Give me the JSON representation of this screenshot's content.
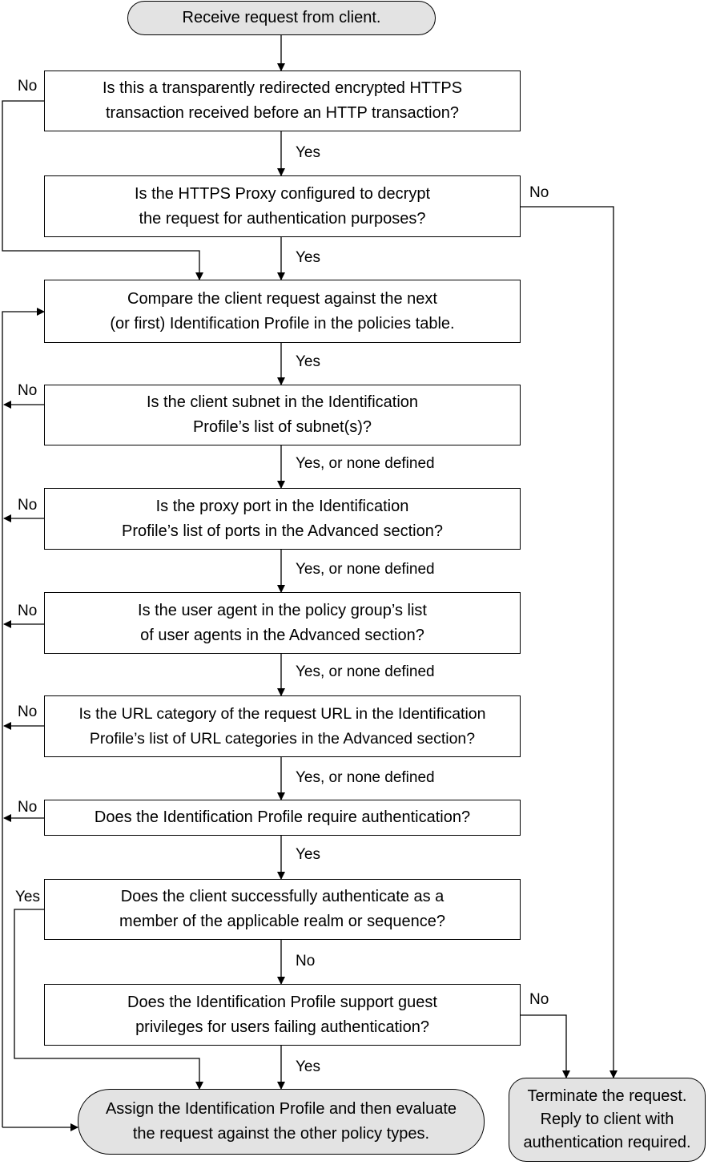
{
  "start": "Receive request from client.",
  "decisions": {
    "https_transparent": "Is this a transparently redirected encrypted HTTPS\ntransaction received before an HTTP transaction?",
    "decrypt_for_auth": "Is the HTTPS Proxy configured to decrypt\nthe request for authentication purposes?",
    "compare_profile": "Compare the client request against the next\n(or first) Identification Profile in the policies table.",
    "subnet": "Is the client subnet in the Identification\nProfile’s list of subnet(s)?",
    "proxy_port": "Is the proxy port in the Identification\nProfile’s list of ports in the Advanced section?",
    "user_agent": "Is the user agent in the policy group’s list\nof user agents in the Advanced section?",
    "url_category": "Is the URL category of the request URL in the Identification\nProfile’s list of URL categories in the Advanced section?",
    "require_auth": "Does the Identification Profile require authentication?",
    "authenticate": "Does the client successfully authenticate as a\nmember of the applicable realm or sequence?",
    "guest": "Does the Identification Profile support guest\nprivileges for users failing authentication?"
  },
  "end_assign": "Assign the Identification Profile and then evaluate\nthe request against the other policy types.",
  "end_terminate": "Terminate the request.\nReply to client with\nauthentication required.",
  "labels": {
    "no": "No",
    "yes": "Yes",
    "yes_or_none": "Yes, or none defined"
  }
}
